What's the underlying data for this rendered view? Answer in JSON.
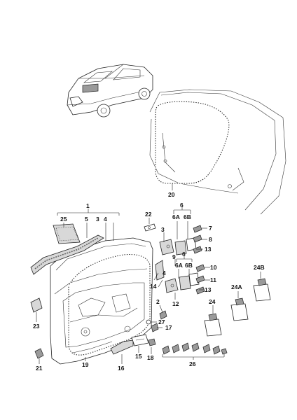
{
  "labels": {
    "p1": "1",
    "p2": "2",
    "p3": "3",
    "p3b": "3",
    "p4": "4",
    "p4b": "4",
    "p5": "5",
    "p6": "6",
    "p6b": "6",
    "p6a": "6A",
    "p6bb": "6B",
    "p6a2": "6A",
    "p6b2": "6B",
    "p7": "7",
    "p8": "8",
    "p9": "9",
    "p10": "10",
    "p11": "11",
    "p12": "12",
    "p13": "13",
    "p13b": "13",
    "p14": "14",
    "p15": "15",
    "p16": "16",
    "p17": "17",
    "p18": "18",
    "p19": "19",
    "p20": "20",
    "p21": "21",
    "p22": "22",
    "p23": "23",
    "p24": "24",
    "p24a": "24A",
    "p24b": "24B",
    "p25": "25",
    "p26": "26",
    "p27": "27"
  }
}
